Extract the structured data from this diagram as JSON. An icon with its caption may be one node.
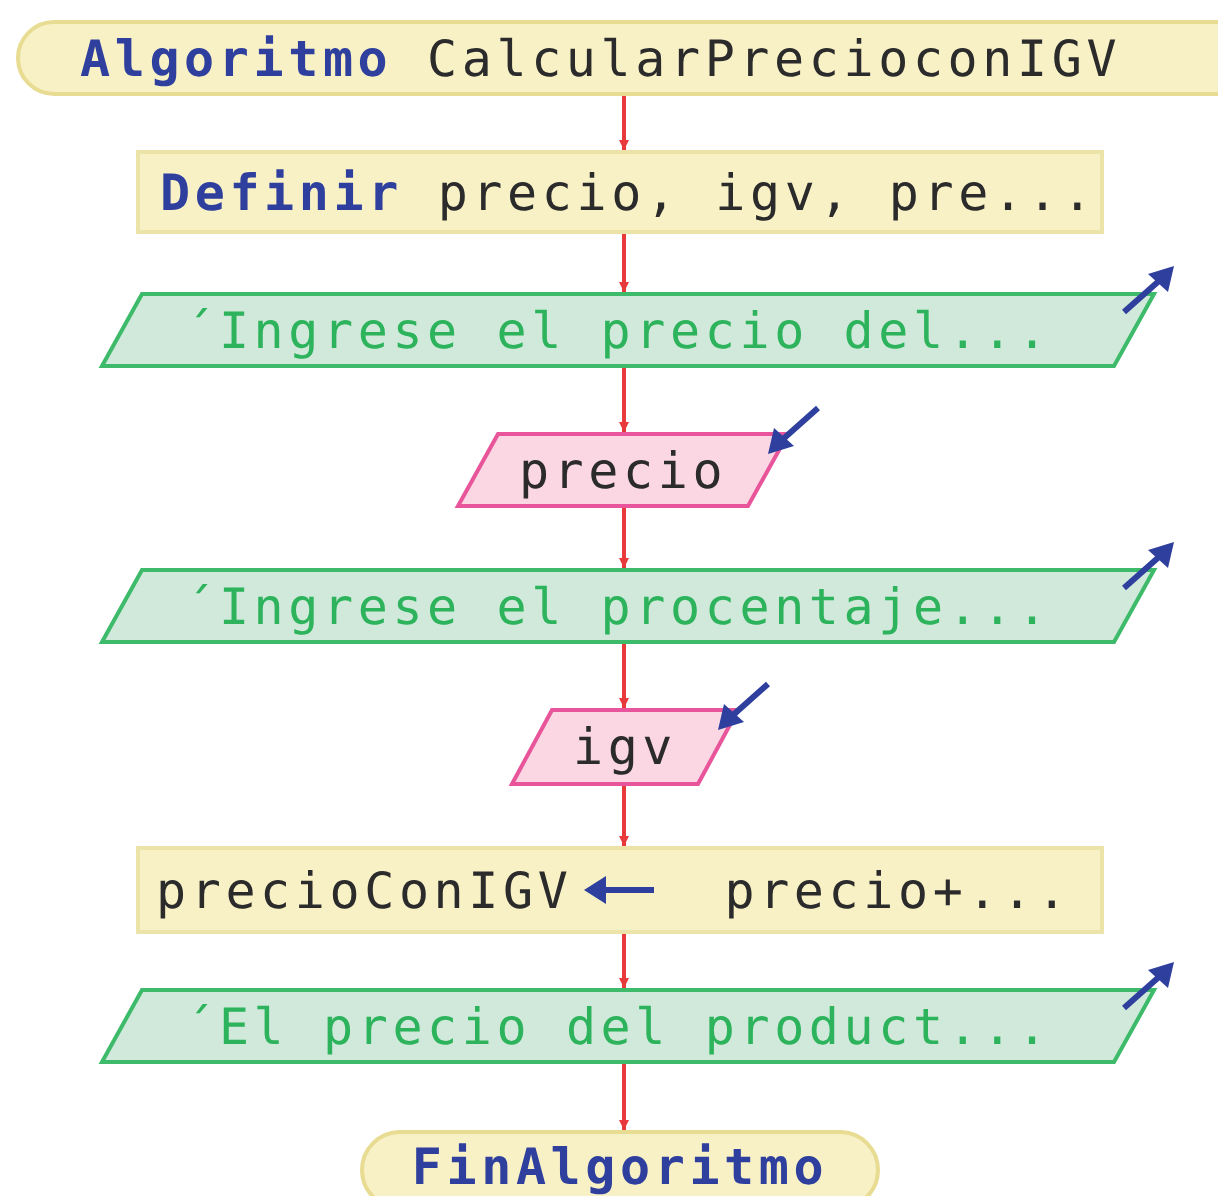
{
  "diagram": {
    "nodes": [
      {
        "text": [
          "**Algoritmo** CalcularPrecioconIGV"
        ]
      },
      {
        "text": [
          "**Definir** precio, igv, pre..."
        ]
      },
      {
        "text": [
          "´Ingrese el precio del..."
        ]
      },
      {
        "text": [
          "precio"
        ]
      },
      {
        "text": [
          "´Ingrese el procentaje..."
        ]
      },
      {
        "text": [
          "igv"
        ]
      },
      {
        "text": [
          "precioConIGV",
          "precio+..."
        ]
      },
      {
        "text": [
          "´El precio del product..."
        ]
      },
      {
        "text": [
          "FinAlgoritmo"
        ]
      }
    ],
    "edges": [
      {
        "from": 0,
        "to": 1,
        "arrow": "to"
      },
      {
        "from": 1,
        "to": 2,
        "arrow": "to"
      },
      {
        "from": 2,
        "to": 3,
        "arrow": "to"
      },
      {
        "from": 3,
        "to": 4,
        "arrow": "to"
      },
      {
        "from": 4,
        "to": 5,
        "arrow": "to"
      },
      {
        "from": 5,
        "to": 6,
        "arrow": "to"
      },
      {
        "from": 6,
        "to": 7,
        "arrow": "to"
      },
      {
        "from": 7,
        "to": 8,
        "arrow": "to"
      }
    ]
  }
}
